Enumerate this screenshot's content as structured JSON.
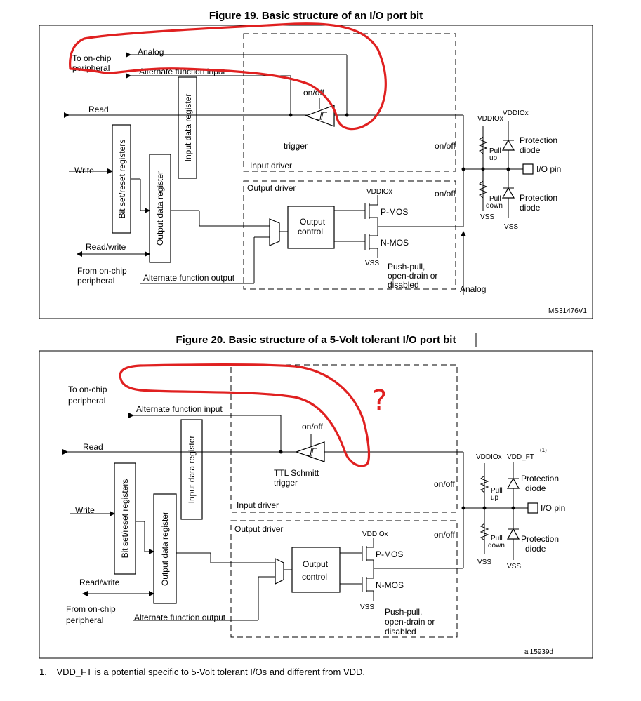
{
  "figure19": {
    "title": "Figure 19. Basic structure of an I/O port bit",
    "to_onchip_line1": "To on-chip",
    "to_onchip_line2": "peripheral",
    "analog": "Analog",
    "alt_func_input": "Alternate function input",
    "on_off_top": "on/off",
    "read": "Read",
    "input_data_register": "Input data register",
    "bit_set_reset": "Bit set/reset registers",
    "write": "Write",
    "output_data_register": "Output data register",
    "trigger": "trigger",
    "input_driver": "Input driver",
    "output_driver": "Output driver",
    "output_control_1": "Output",
    "output_control_2": "control",
    "read_write": "Read/write",
    "from_onchip_1": "From on-chip",
    "from_onchip_2": "peripheral",
    "alt_func_output": "Alternate function output",
    "vddiox": "VDDIOx",
    "vss": "VSS",
    "pmos": "P-MOS",
    "nmos": "N-MOS",
    "push_pull_1": "Push-pull,",
    "push_pull_2": "open-drain or",
    "push_pull_3": "disabled",
    "on_off_pullup": "on/off",
    "on_off_pulldown": "on/off",
    "pull_up_1": "Pull",
    "pull_up_2": "up",
    "pull_down_1": "Pull",
    "pull_down_2": "down",
    "protection_1": "Protection",
    "protection_2": "diode",
    "io_pin": "I/O pin",
    "analog_bottom": "Analog",
    "ref": "MS31476V1"
  },
  "figure20": {
    "title": "Figure 20. Basic structure of a 5-Volt tolerant I/O port bit",
    "to_onchip_line1": "To on-chip",
    "to_onchip_line2": "peripheral",
    "alt_func_input": "Alternate function input",
    "on_off_top": "on/off",
    "read": "Read",
    "input_data_register": "Input data register",
    "bit_set_reset": "Bit set/reset registers",
    "write": "Write",
    "output_data_register": "Output data register",
    "ttl_1": "TTL Schmitt",
    "ttl_2": "trigger",
    "input_driver": "Input driver",
    "output_driver": "Output driver",
    "output_control_1": "Output",
    "output_control_2": "control",
    "read_write": "Read/write",
    "from_onchip_1": "From on-chip",
    "from_onchip_2": "peripheral",
    "alt_func_output": "Alternate function output",
    "vddiox": "VDDIOx",
    "vdd_ft": "VDD_FT",
    "vdd_ft_note": "(1)",
    "vss": "VSS",
    "pmos": "P-MOS",
    "nmos": "N-MOS",
    "push_pull_1": "Push-pull,",
    "push_pull_2": "open-drain or",
    "push_pull_3": "disabled",
    "on_off_pullup": "on/off",
    "on_off_pulldown": "on/off",
    "pull_up_1": "Pull",
    "pull_up_2": "up",
    "pull_down_1": "Pull",
    "pull_down_2": "down",
    "protection_1": "Protection",
    "protection_2": "diode",
    "io_pin": "I/O pin",
    "ref": "ai15939d",
    "annotation_mark": "?"
  },
  "footnote": {
    "number": "1.",
    "text": "VDD_FT is a potential specific to 5-Volt tolerant I/Os and different from VDD."
  },
  "colors": {
    "annotation": "#e02020",
    "line": "#000000"
  }
}
